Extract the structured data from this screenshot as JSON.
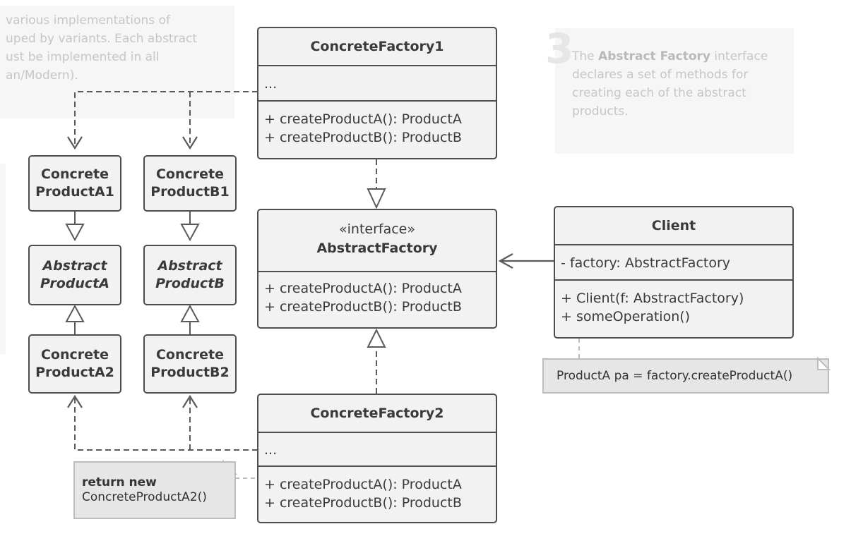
{
  "annotations": {
    "left": [
      "various implementations of",
      "uped by variants. Each abstract",
      "ust be implemented in all",
      "an/Modern)."
    ],
    "right": {
      "number": "3",
      "pre": "The ",
      "bold": "Abstract Factory",
      "post": " interface declares a set of methods for creating each of the abstract products."
    }
  },
  "concrete_factory_1": {
    "title": "ConcreteFactory1",
    "fields": "...",
    "methods": [
      "+ createProductA(): ProductA",
      "+ createProductB(): ProductB"
    ]
  },
  "abstract_factory": {
    "stereotype": "«interface»",
    "title": "AbstractFactory",
    "methods": [
      "+ createProductA(): ProductA",
      "+ createProductB(): ProductB"
    ]
  },
  "concrete_factory_2": {
    "title": "ConcreteFactory2",
    "fields": "...",
    "methods": [
      "+ createProductA(): ProductA",
      "+ createProductB(): ProductB"
    ]
  },
  "client": {
    "title": "Client",
    "fields": "- factory: AbstractFactory",
    "methods": [
      "+ Client(f: AbstractFactory)",
      "+ someOperation()"
    ]
  },
  "products": {
    "concrete_a1": [
      "Concrete",
      "ProductA1"
    ],
    "concrete_b1": [
      "Concrete",
      "ProductB1"
    ],
    "abstract_a": [
      "Abstract",
      "ProductA"
    ],
    "abstract_b": [
      "Abstract",
      "ProductB"
    ],
    "concrete_a2": [
      "Concrete",
      "ProductA2"
    ],
    "concrete_b2": [
      "Concrete",
      "ProductB2"
    ]
  },
  "notes": {
    "client_note": "ProductA pa = factory.createProductA()",
    "factory2_note": {
      "bold": "return new",
      "text": "ConcreteProductA2()"
    }
  }
}
